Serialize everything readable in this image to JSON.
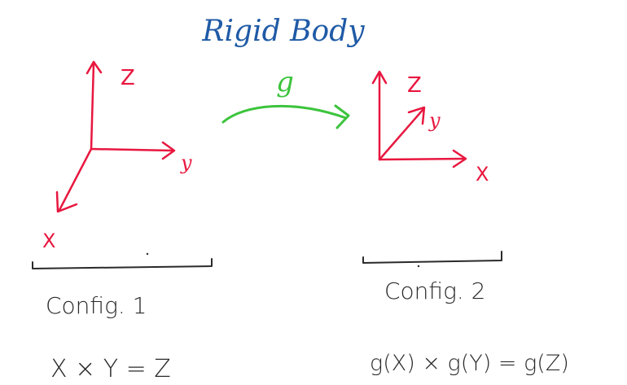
{
  "title": "Rigid Body",
  "transform_label": "g",
  "config1": {
    "axes": {
      "z": "Z",
      "y": "y",
      "x": "X"
    },
    "caption": "Config. 1",
    "equation": "X × Y = Z"
  },
  "config2": {
    "axes": {
      "z": "Z",
      "y": "y",
      "x": "X"
    },
    "caption": "Config. 2",
    "equation": "g(X) × g(Y) = g(Z)"
  },
  "colors": {
    "axes": "#e8173f",
    "transform": "#3cc43c",
    "title": "#1f5aa6",
    "text": "#2a2a2a",
    "bracket": "#2a2a2a"
  }
}
